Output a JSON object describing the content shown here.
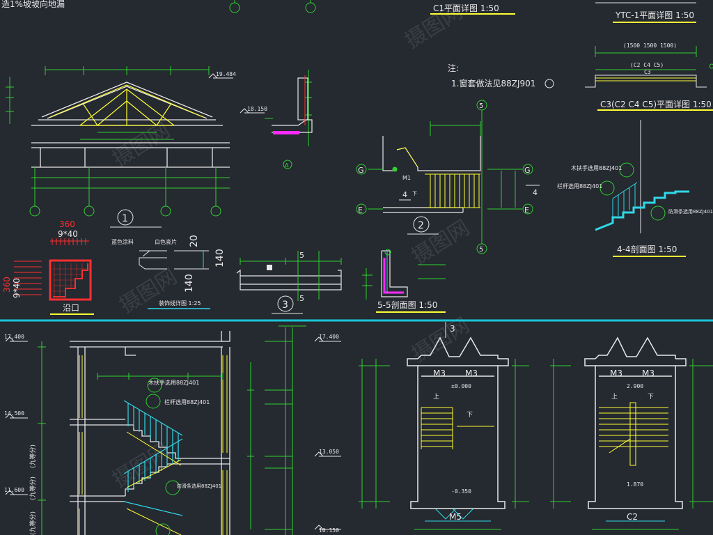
{
  "colors": {
    "background": "#252930",
    "line_white": "#e8e8e8",
    "line_green": "#2fd12f",
    "line_yellow": "#ffff33",
    "line_cyan": "#2fd8e8",
    "line_red": "#ff3030",
    "line_magenta": "#ff2aff",
    "separator": "#19c6d8",
    "watermark": "#5a5f66"
  },
  "top_note": "造1%坡坡向地漏",
  "titles": {
    "c1_plan": "C1平面详图 1:50",
    "ytc1_plan": "YTC-1平面详图 1:50",
    "c3_plan": "C3(C2 C4 C5)平面详图 1:50",
    "section_44": "4-4剖面图 1:50",
    "section_55": "5-5剖面图 1:50",
    "decor_line": "装饰线详图 1:25",
    "gutter": "沿口"
  },
  "notes": {
    "label": "注:",
    "line1": "1.窗套做法见88ZJ901"
  },
  "ytc_dims": {
    "top": "(1500 1500 1500)",
    "mid": "(C2 C4 C5)",
    "c3": "C3"
  },
  "elevation_roof": {
    "peak": "19.484",
    "eave": "18.150"
  },
  "callouts": {
    "d1": "1",
    "d2": "2",
    "d3": "3",
    "dA": "A",
    "axisG": "G",
    "axisE": "E",
    "axis5": "5",
    "axis4": "4",
    "m1": "M1"
  },
  "gutter_dims": {
    "top": "360",
    "top2": "9*40",
    "side": "360",
    "side2": "9*40"
  },
  "decor_labels": {
    "paint": "蓝色涂料",
    "tile": "白色瓷片",
    "d20": "20",
    "d140a": "140",
    "d140b": "140"
  },
  "stair_labels": {
    "handrail": "木扶手选用88ZJ401",
    "railing": "栏杆选用88ZJ401",
    "antislip": "防滑条选用88ZJ401",
    "up": "上",
    "down": "下"
  },
  "elevations_left": [
    "17.400",
    "14.500",
    "11.600"
  ],
  "elevations_mid": [
    "17.400",
    "13.050",
    "10.150"
  ],
  "equal_parts": "(九等分)",
  "plan1": {
    "door_l": "M3",
    "door_r": "M3",
    "level": "±0.000",
    "level2": "-0.350",
    "bottom": "M5",
    "sec": "3"
  },
  "plan2": {
    "door_l": "M3",
    "door_r": "M3",
    "level": "2.900",
    "level2": "1.870",
    "bottom": "C2"
  },
  "watermark": "摄图网"
}
